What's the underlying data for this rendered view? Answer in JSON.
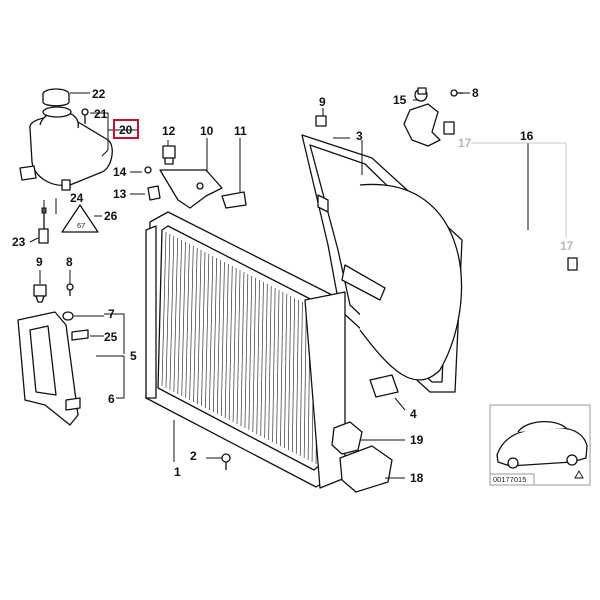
{
  "callouts": [
    {
      "id": "n1",
      "text": "1"
    },
    {
      "id": "n2",
      "text": "2"
    },
    {
      "id": "n3",
      "text": "3"
    },
    {
      "id": "n4",
      "text": "4"
    },
    {
      "id": "n5",
      "text": "5"
    },
    {
      "id": "n6",
      "text": "6"
    },
    {
      "id": "n7",
      "text": "7"
    },
    {
      "id": "n8a",
      "text": "8"
    },
    {
      "id": "n8b",
      "text": "8"
    },
    {
      "id": "n9a",
      "text": "9"
    },
    {
      "id": "n9b",
      "text": "9"
    },
    {
      "id": "n10",
      "text": "10"
    },
    {
      "id": "n11",
      "text": "11"
    },
    {
      "id": "n12",
      "text": "12"
    },
    {
      "id": "n13",
      "text": "13"
    },
    {
      "id": "n14",
      "text": "14"
    },
    {
      "id": "n15",
      "text": "15"
    },
    {
      "id": "n16",
      "text": "16"
    },
    {
      "id": "n17a",
      "text": "17"
    },
    {
      "id": "n17b",
      "text": "17"
    },
    {
      "id": "n18",
      "text": "18"
    },
    {
      "id": "n19",
      "text": "19"
    },
    {
      "id": "n20",
      "text": "20"
    },
    {
      "id": "n21",
      "text": "21"
    },
    {
      "id": "n22",
      "text": "22"
    },
    {
      "id": "n23",
      "text": "23"
    },
    {
      "id": "n24",
      "text": "24"
    },
    {
      "id": "n25",
      "text": "25"
    },
    {
      "id": "n26",
      "text": "26"
    }
  ],
  "highlighted_callout": "20",
  "highlight_color": "#c8102e",
  "warning_sign_text": "67",
  "catalog_number": "00177015",
  "colors": {
    "line": "#111111",
    "grey_callout": "#b8b8b8",
    "background": "#ffffff"
  }
}
